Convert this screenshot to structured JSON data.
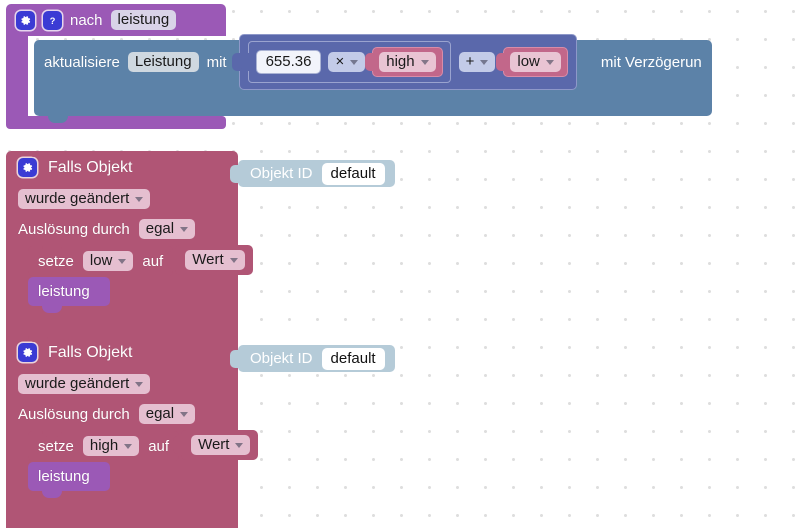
{
  "workspace": {
    "name": "blockly-workspace",
    "grid_color": "#dedede",
    "background": "#ffffff"
  },
  "colors": {
    "purple": "#9b59b6",
    "teal_blue": "#5c82a8",
    "math_blue": "#5a68ab",
    "pink_value": "#c2678a",
    "magenta": "#b05575",
    "object_id_blue": "#b5cbd8",
    "icon_blue": "#3b3bd4"
  },
  "schedule_block": {
    "gear_icon": "gear-icon",
    "help_icon": "help-icon",
    "keyword": "nach",
    "schedule_value": "leistung",
    "update": {
      "verb": "aktualisiere",
      "target": "Leistung",
      "with": "mit",
      "tail": "mit Verzögerun"
    },
    "math": {
      "number": "655.36",
      "operator_multiply": "×",
      "operand_a": "high",
      "operator_add": "+",
      "operand_b": "low"
    }
  },
  "object_blocks": [
    {
      "gear_icon": "gear-icon",
      "title": "Falls Objekt",
      "objekt_id_label": "Objekt ID",
      "objekt_id_value": "default",
      "condition": "wurde geändert",
      "trigger_label": "Auslösung durch",
      "trigger_value": "egal",
      "set_label": "setze",
      "set_variable": "low",
      "auf_label": "auf",
      "wert_label": "Wert",
      "variable": "leistung"
    },
    {
      "gear_icon": "gear-icon",
      "title": "Falls Objekt",
      "objekt_id_label": "Objekt ID",
      "objekt_id_value": "default",
      "condition": "wurde geändert",
      "trigger_label": "Auslösung durch",
      "trigger_value": "egal",
      "set_label": "setze",
      "set_variable": "high",
      "auf_label": "auf",
      "wert_label": "Wert",
      "variable": "leistung"
    }
  ]
}
